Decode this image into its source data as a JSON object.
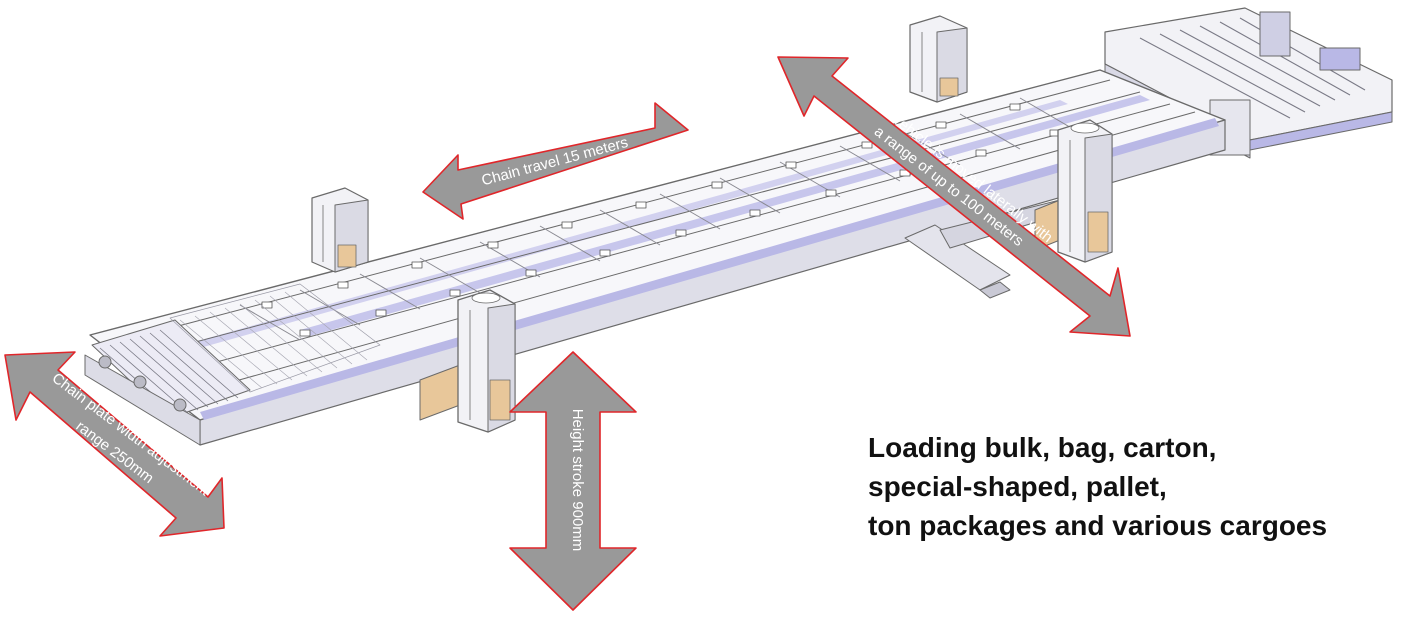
{
  "arrows": {
    "chain_travel": "Chain travel 15 meters",
    "lateral_line1": "The vehicle is moved laterally with",
    "lateral_line2": "a range of up to 100 meters",
    "width_line1": "Chain plate width adjustment",
    "width_line2": "range 250mm",
    "height": "Height stroke 900mm"
  },
  "headline": {
    "line1": "Loading bulk, bag, carton,",
    "line2": "special-shaped, pallet,",
    "line3": "ton packages and various cargoes"
  },
  "colors": {
    "arrow_fill": "#999999",
    "arrow_outline": "#e0262a",
    "machine_line": "#6a6a6a",
    "rail_accent": "#b9b8e6",
    "guard_accent": "#e8c79a"
  }
}
